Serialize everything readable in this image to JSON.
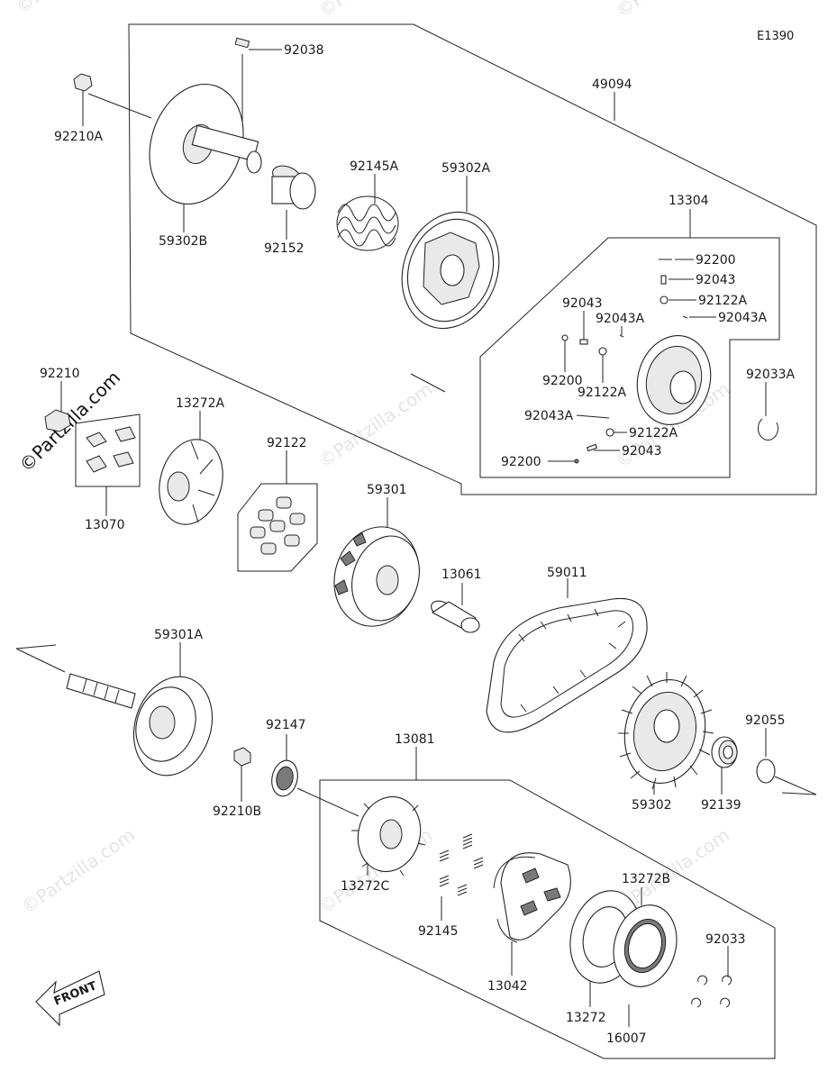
{
  "diagram_code": "E1390",
  "brand_watermark": "©Partzilla.com",
  "front_label": "FRONT",
  "callouts": [
    {
      "id": "92038",
      "text": "92038"
    },
    {
      "id": "49094",
      "text": "49094"
    },
    {
      "id": "92210A",
      "text": "92210A"
    },
    {
      "id": "92145A",
      "text": "92145A"
    },
    {
      "id": "59302A",
      "text": "59302A"
    },
    {
      "id": "59302B",
      "text": "59302B"
    },
    {
      "id": "92152",
      "text": "92152"
    },
    {
      "id": "13304",
      "text": "13304"
    },
    {
      "id": "92200_a",
      "text": "92200"
    },
    {
      "id": "92043_a",
      "text": "92043"
    },
    {
      "id": "92122A_a",
      "text": "92122A"
    },
    {
      "id": "92043A_a",
      "text": "92043A"
    },
    {
      "id": "92043_b",
      "text": "92043"
    },
    {
      "id": "92043A_b",
      "text": "92043A"
    },
    {
      "id": "92200_b",
      "text": "92200"
    },
    {
      "id": "92122A_b",
      "text": "92122A"
    },
    {
      "id": "92033A",
      "text": "92033A"
    },
    {
      "id": "92043A_c",
      "text": "92043A"
    },
    {
      "id": "92122A_c",
      "text": "92122A"
    },
    {
      "id": "92043_c",
      "text": "92043"
    },
    {
      "id": "92200_c",
      "text": "92200"
    },
    {
      "id": "92210",
      "text": "92210"
    },
    {
      "id": "13272A",
      "text": "13272A"
    },
    {
      "id": "92122",
      "text": "92122"
    },
    {
      "id": "13070",
      "text": "13070"
    },
    {
      "id": "59301",
      "text": "59301"
    },
    {
      "id": "13061",
      "text": "13061"
    },
    {
      "id": "59011",
      "text": "59011"
    },
    {
      "id": "59301A",
      "text": "59301A"
    },
    {
      "id": "92147",
      "text": "92147"
    },
    {
      "id": "13081",
      "text": "13081"
    },
    {
      "id": "92055",
      "text": "92055"
    },
    {
      "id": "92210B",
      "text": "92210B"
    },
    {
      "id": "59302",
      "text": "59302"
    },
    {
      "id": "92139",
      "text": "92139"
    },
    {
      "id": "13272B",
      "text": "13272B"
    },
    {
      "id": "13272C",
      "text": "13272C"
    },
    {
      "id": "92145",
      "text": "92145"
    },
    {
      "id": "92033",
      "text": "92033"
    },
    {
      "id": "13042",
      "text": "13042"
    },
    {
      "id": "13272",
      "text": "13272"
    },
    {
      "id": "16007",
      "text": "16007"
    }
  ]
}
